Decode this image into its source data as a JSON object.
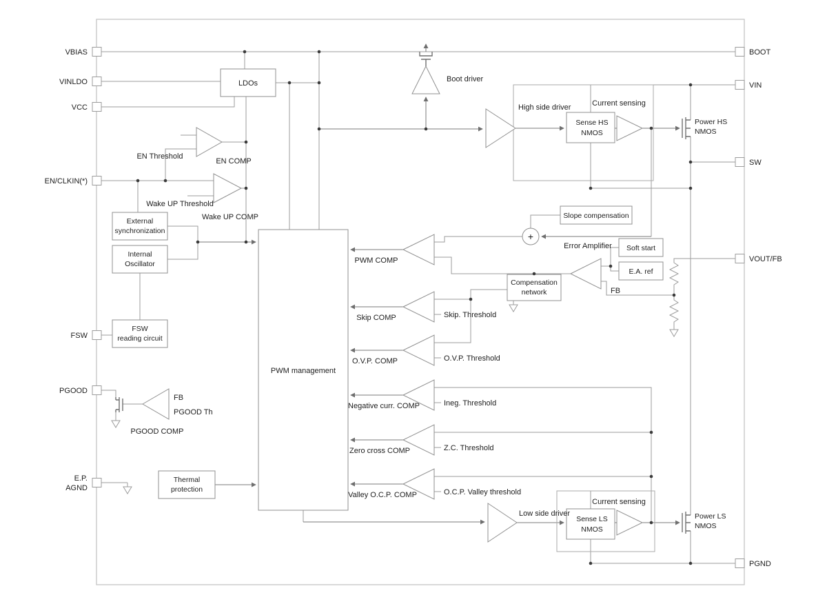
{
  "pins": {
    "vbias": "VBIAS",
    "vinldo": "VINLDO",
    "vcc": "VCC",
    "en_clkin": "EN/CLKIN(*)",
    "fsw": "FSW",
    "pgood": "PGOOD",
    "ep_line1": "E.P.",
    "ep_line2": "AGND",
    "boot": "BOOT",
    "vin": "VIN",
    "sw": "SW",
    "vout_fb": "VOUT/FB",
    "pgnd": "PGND"
  },
  "blocks": {
    "ldos": "LDOs",
    "ext_sync_1": "External",
    "ext_sync_2": "synchronization",
    "int_osc_1": "Internal",
    "int_osc_2": "Oscillator",
    "fsw_read_1": "FSW",
    "fsw_read_2": "reading circuit",
    "pwm_mgmt": "PWM management",
    "thermal_1": "Thermal",
    "thermal_2": "protection",
    "slope_comp": "Slope compensation",
    "soft_start": "Soft start",
    "ea_ref": "E.A. ref",
    "comp_net_1": "Compensation",
    "comp_net_2": "network",
    "sense_hs_1": "Sense HS",
    "sense_hs_2": "NMOS",
    "sense_ls_1": "Sense LS",
    "sense_ls_2": "NMOS",
    "power_hs_1": "Power HS",
    "power_hs_2": "NMOS",
    "power_ls_1": "Power LS",
    "power_ls_2": "NMOS"
  },
  "drivers": {
    "boot": "Boot driver",
    "high_side": "High side driver",
    "low_side": "Low side driver",
    "current_sensing_hs": "Current sensing",
    "current_sensing_ls": "Current sensing"
  },
  "comparators": {
    "en_threshold": "EN Threshold",
    "en_comp": "EN COMP",
    "wake_threshold": "Wake UP Threshold",
    "wake_comp": "Wake UP COMP",
    "pwm_comp": "PWM COMP",
    "skip_comp": "Skip COMP",
    "skip_th": "Skip. Threshold",
    "ovp_comp": "O.V.P. COMP",
    "ovp_th": "O.V.P. Threshold",
    "neg_comp": "Negative curr. COMP",
    "neg_th": "Ineg. Threshold",
    "zc_comp": "Zero cross COMP",
    "zc_th": "Z.C. Threshold",
    "valley_comp": "Valley O.C.P. COMP",
    "valley_th": "O.C.P. Valley threshold",
    "pgood_comp": "PGOOD COMP",
    "pgood_fb": "FB",
    "pgood_th": "PGOOD Th"
  },
  "error_amplifier": {
    "label": "Error Amplifier",
    "fb": "FB",
    "sum": "+"
  },
  "colors": {
    "wire": "#9b9b9b",
    "box_stroke": "#8f8f8f",
    "text": "#1c1c1c",
    "chip_border": "#c9c9c9"
  }
}
